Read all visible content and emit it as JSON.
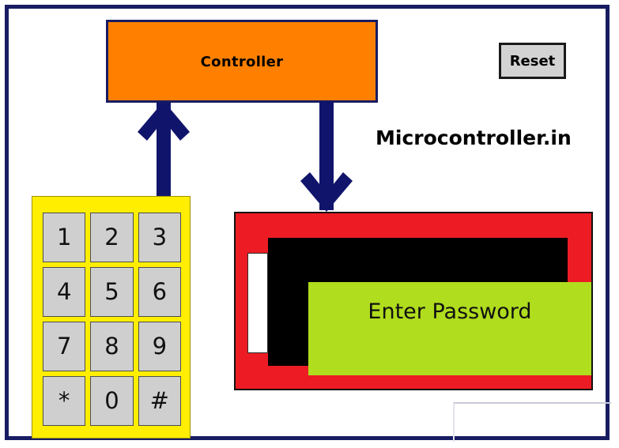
{
  "diagram": {
    "title_watermark": "Microcontroller.in",
    "controller": {
      "label": "Controller",
      "color": "#ff8000",
      "border_color": "#181c62"
    },
    "reset": {
      "label": "Reset",
      "color": "#d3d3d3",
      "border_color": "#1a1a1a"
    },
    "arrows": [
      {
        "name": "keypad-to-controller",
        "direction": "up",
        "color": "#10156b"
      },
      {
        "name": "controller-to-lcd",
        "direction": "down",
        "color": "#10156b"
      }
    ],
    "keypad": {
      "panel_color": "#ffee00",
      "key_color": "#cfcfcf",
      "rows": 4,
      "cols": 3,
      "keys": [
        "1",
        "2",
        "3",
        "4",
        "5",
        "6",
        "7",
        "8",
        "9",
        "*",
        "0",
        "#"
      ]
    },
    "lcd": {
      "body_color": "#ed1c24",
      "bezel_color": "#000000",
      "screen_color": "#b0dd1e",
      "screen_text": "Enter Password"
    },
    "frame_color": "#181c62"
  }
}
